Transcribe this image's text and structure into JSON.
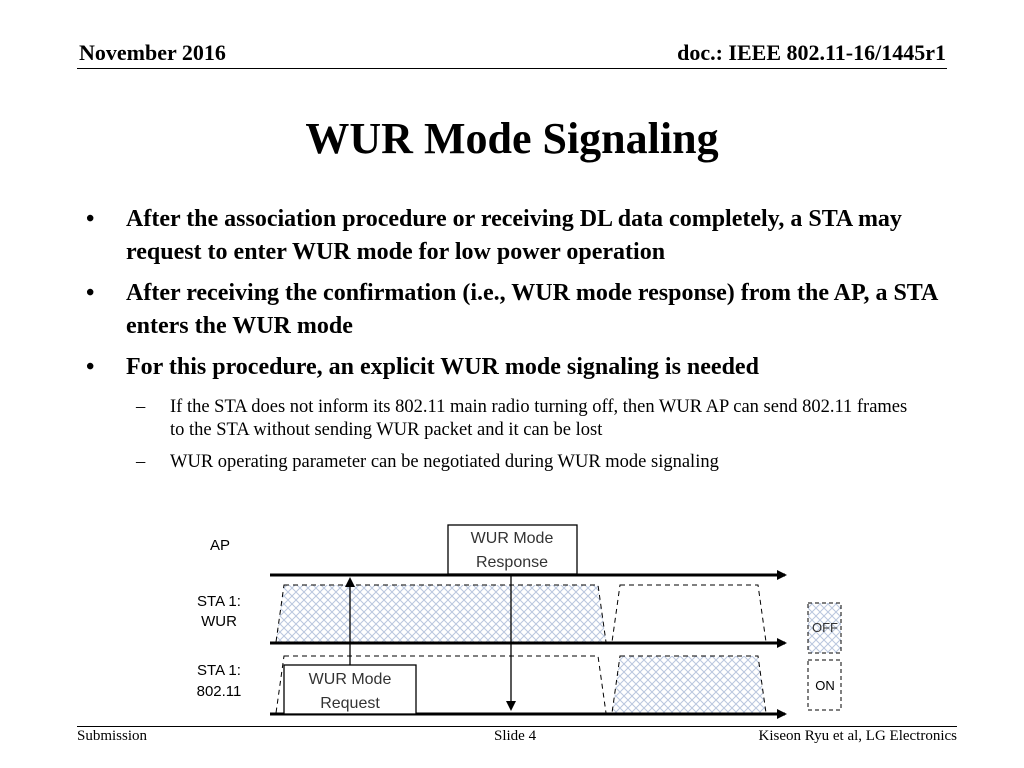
{
  "header": {
    "date": "November 2016",
    "doc": "doc.: IEEE 802.11-16/1445r1"
  },
  "title": "WUR Mode Signaling",
  "bullets": [
    "After the association procedure or receiving DL data completely, a STA may request to enter WUR mode for low power operation",
    "After receiving the confirmation (i.e., WUR mode response) from the AP, a STA enters the WUR mode",
    "For this procedure, an explicit WUR mode signaling is needed"
  ],
  "sub_bullets": [
    "If the STA does not inform its 802.11 main radio turning off, then WUR AP can send 802.11 frames to the STA without sending WUR packet and it can be lost",
    "WUR operating parameter can be negotiated during WUR mode signaling"
  ],
  "diagram": {
    "row_labels": {
      "ap": "AP",
      "sta_wur_line1": "STA 1:",
      "sta_wur_line2": "WUR",
      "sta_main_line1": "STA 1:",
      "sta_main_line2": "802.11"
    },
    "response_box": {
      "line1": "WUR Mode",
      "line2": "Response"
    },
    "request_box": {
      "line1": "WUR Mode",
      "line2": "Request"
    },
    "legend_off": "OFF",
    "legend_on": "ON",
    "colors": {
      "hatch": "#c8d4e8",
      "line": "#000000"
    }
  },
  "footer": {
    "left": "Submission",
    "middle": "Slide 4",
    "right": "Kiseon Ryu et al, LG Electronics"
  }
}
